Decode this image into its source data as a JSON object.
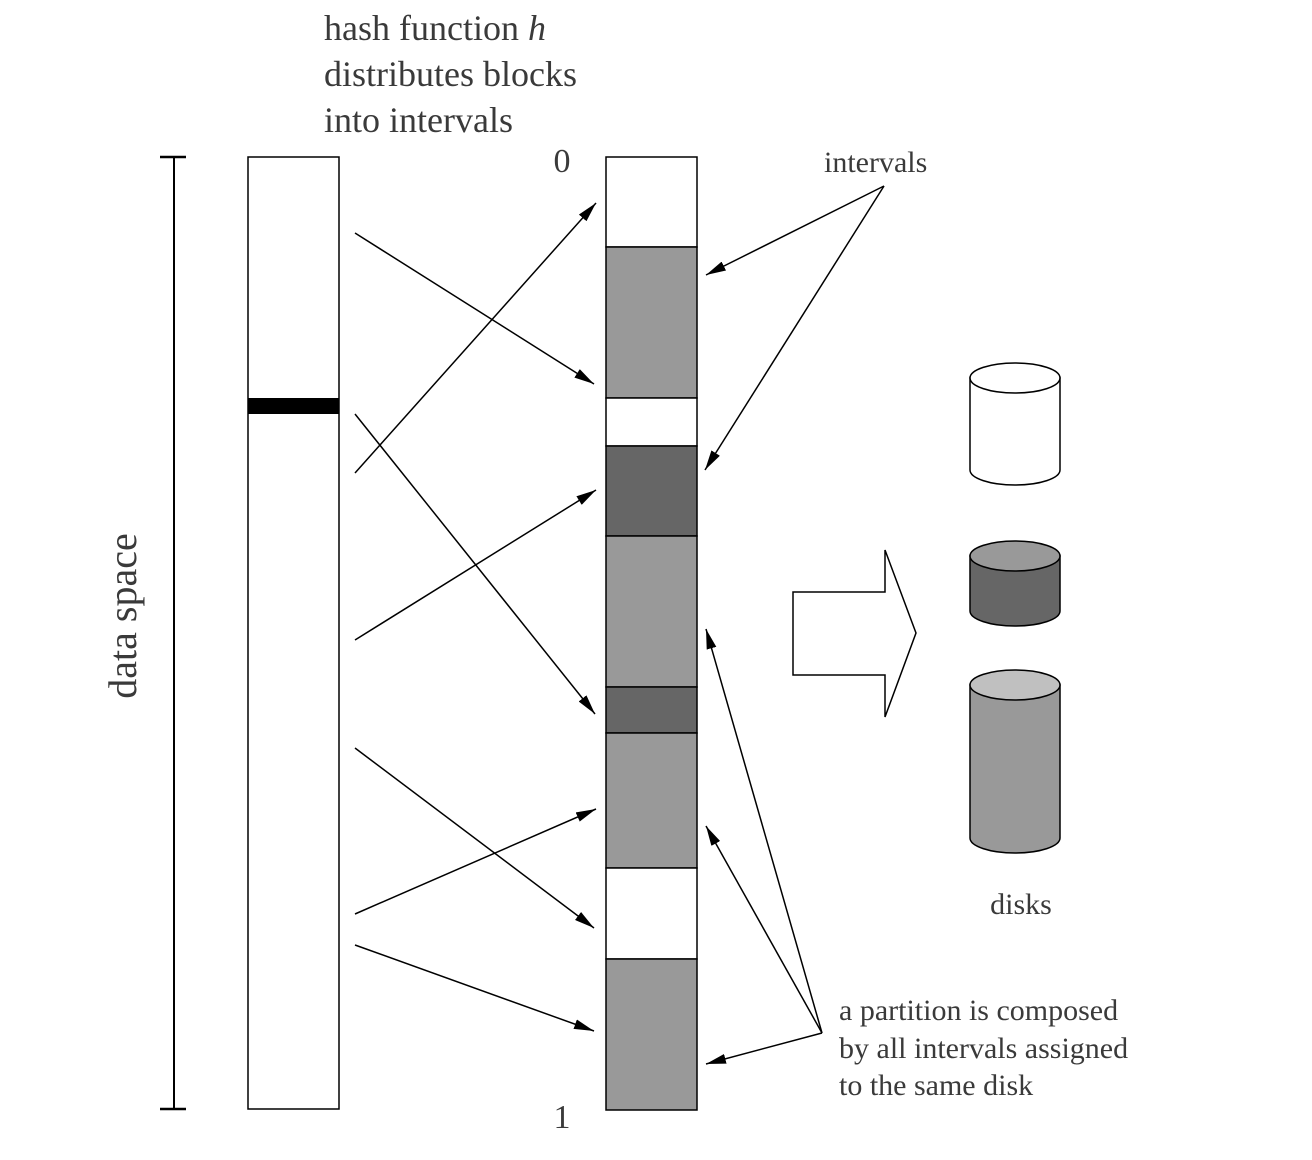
{
  "title": {
    "line1_prefix": "hash function ",
    "line1_var": "h",
    "line2": "distributes blocks",
    "line3": "into intervals"
  },
  "axis_label": "data space",
  "scale": {
    "top": "0",
    "bottom": "1"
  },
  "labels": {
    "intervals": "intervals",
    "disks": "disks",
    "partition_line1": "a partition is composed",
    "partition_line2": "by all intervals assigned",
    "partition_line3": "to the same disk"
  },
  "colors": {
    "white": "#ffffff",
    "dark": "#666666",
    "medium": "#999999",
    "disk_top_dark": "#999999",
    "disk_top_medium": "#c0c0c0",
    "stroke": "#000000"
  },
  "intervals": [
    {
      "shade": "white"
    },
    {
      "shade": "medium"
    },
    {
      "shade": "white"
    },
    {
      "shade": "dark"
    },
    {
      "shade": "medium"
    },
    {
      "shade": "dark"
    },
    {
      "shade": "medium"
    },
    {
      "shade": "white"
    },
    {
      "shade": "medium"
    }
  ],
  "disks": [
    {
      "shade": "white"
    },
    {
      "shade": "dark"
    },
    {
      "shade": "medium"
    }
  ]
}
